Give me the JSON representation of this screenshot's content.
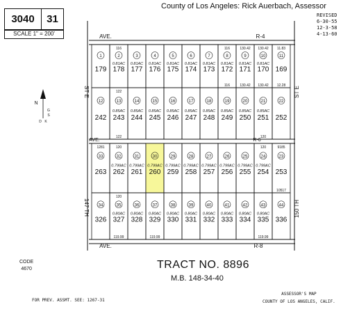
{
  "header": {
    "assessor": "County of Los Angeles:  Rick Auerbach,  Assessor",
    "book": "3040",
    "page": "31",
    "scale": "SCALE 1\" = 200'",
    "revised": [
      "REVISED",
      "6-30-55",
      "12-3-58",
      "4-13-60"
    ]
  },
  "streets": {
    "ave_r4": [
      "AVE.",
      "R-4"
    ],
    "ave_r6": [
      "AVE.",
      "R-6"
    ],
    "ave_r8": [
      "AVE.",
      "R-8"
    ],
    "st_e": "ST  E",
    "th147": "147 TH",
    "th150": "150 TH",
    "st_e_right": "ST E"
  },
  "north": [
    "N",
    "G",
    "S",
    "D",
    "K"
  ],
  "code": [
    "CODE",
    "4670"
  ],
  "tract": "TRACT  NO. 8896",
  "mb": "M.B. 148-34-40",
  "footer_left": "FOR  PREV.  ASSMT.  SEE: 1267-31",
  "footer_right": [
    "ASSESSOR'S MAP",
    "COUNTY OF LOS ANGELES, CALIF."
  ],
  "blocks": [
    {
      "parcels": [
        "179",
        "178",
        "177",
        "176",
        "175",
        "174",
        "173",
        "172",
        "171",
        "170",
        "169"
      ],
      "lots": [
        "1",
        "2",
        "3",
        "4",
        "5",
        "6",
        "7",
        "8",
        "9",
        "10",
        "11"
      ],
      "acres": [
        "",
        "0.81AC",
        "0.81AC",
        "0.81AC",
        "0.81AC",
        "0.81AC",
        "0.81AC",
        "0.81AC",
        "0.81AC",
        "0.81AC",
        ""
      ],
      "top_dims": [
        "",
        "116",
        "",
        "",
        "",
        "",
        "",
        "116",
        "130.42",
        "130.42",
        "11.83"
      ],
      "bottom_dims": [
        "",
        "",
        "",
        "",
        "",
        "",
        "",
        "116",
        "130.42",
        "130.42",
        "12.28"
      ]
    },
    {
      "parcels": [
        "242",
        "243",
        "244",
        "245",
        "246",
        "247",
        "248",
        "249",
        "250",
        "251",
        "252"
      ],
      "lots": [
        "12",
        "13",
        "14",
        "15",
        "16",
        "17",
        "18",
        "19",
        "20",
        "21",
        "22"
      ],
      "acres": [
        "",
        "0.85AC",
        "0.85AC",
        "0.85AC",
        "0.85AC",
        "0.85AC",
        "0.85AC",
        "0.85AC",
        "0.85AC",
        "0.85AC",
        ""
      ],
      "top_dims": [
        "",
        "122",
        "",
        "",
        "",
        "",
        "",
        "",
        "",
        "",
        ""
      ],
      "bottom_dims": [
        "",
        "122",
        "",
        "",
        "",
        "",
        "",
        "",
        "",
        "120",
        ""
      ]
    },
    {
      "parcels": [
        "263",
        "262",
        "261",
        "260",
        "259",
        "258",
        "257",
        "256",
        "255",
        "254",
        "253"
      ],
      "lots": [
        "33",
        "32",
        "31",
        "30",
        "29",
        "28",
        "27",
        "26",
        "25",
        "24",
        "23"
      ],
      "acres": [
        "",
        "0.799AC",
        "0.799AC",
        "0.799AC",
        "0.799AC",
        "0.799AC",
        "0.799AC",
        "0.799AC",
        "0.799AC",
        "0.799AC",
        ""
      ],
      "top_dims": [
        "1281",
        "120",
        "",
        "",
        "",
        "",
        "",
        "",
        "",
        "120",
        "9185"
      ],
      "bottom_dims": [
        "",
        "",
        "",
        "",
        "",
        "",
        "",
        "",
        "",
        "",
        "10517"
      ]
    },
    {
      "parcels": [
        "326",
        "327",
        "328",
        "329",
        "330",
        "331",
        "332",
        "333",
        "334",
        "335",
        "336"
      ],
      "lots": [
        "34",
        "35",
        "36",
        "37",
        "38",
        "39",
        "40",
        "41",
        "42",
        "43",
        "44"
      ],
      "acres": [
        "",
        "0.80AC",
        "0.80AC",
        "0.80AC",
        "0.80AC",
        "0.80AC",
        "0.80AC",
        "0.80AC",
        "0.80AC",
        "0.80AC",
        ""
      ],
      "top_dims": [
        "",
        "120",
        "",
        "",
        "",
        "",
        "",
        "",
        "",
        "",
        ""
      ],
      "bottom_dims": [
        "",
        "119.99",
        "",
        "119.99",
        "",
        "",
        "",
        "",
        "",
        "119.99",
        ""
      ]
    }
  ],
  "highlight": {
    "parcel": "260",
    "color": "#f7f79a"
  }
}
